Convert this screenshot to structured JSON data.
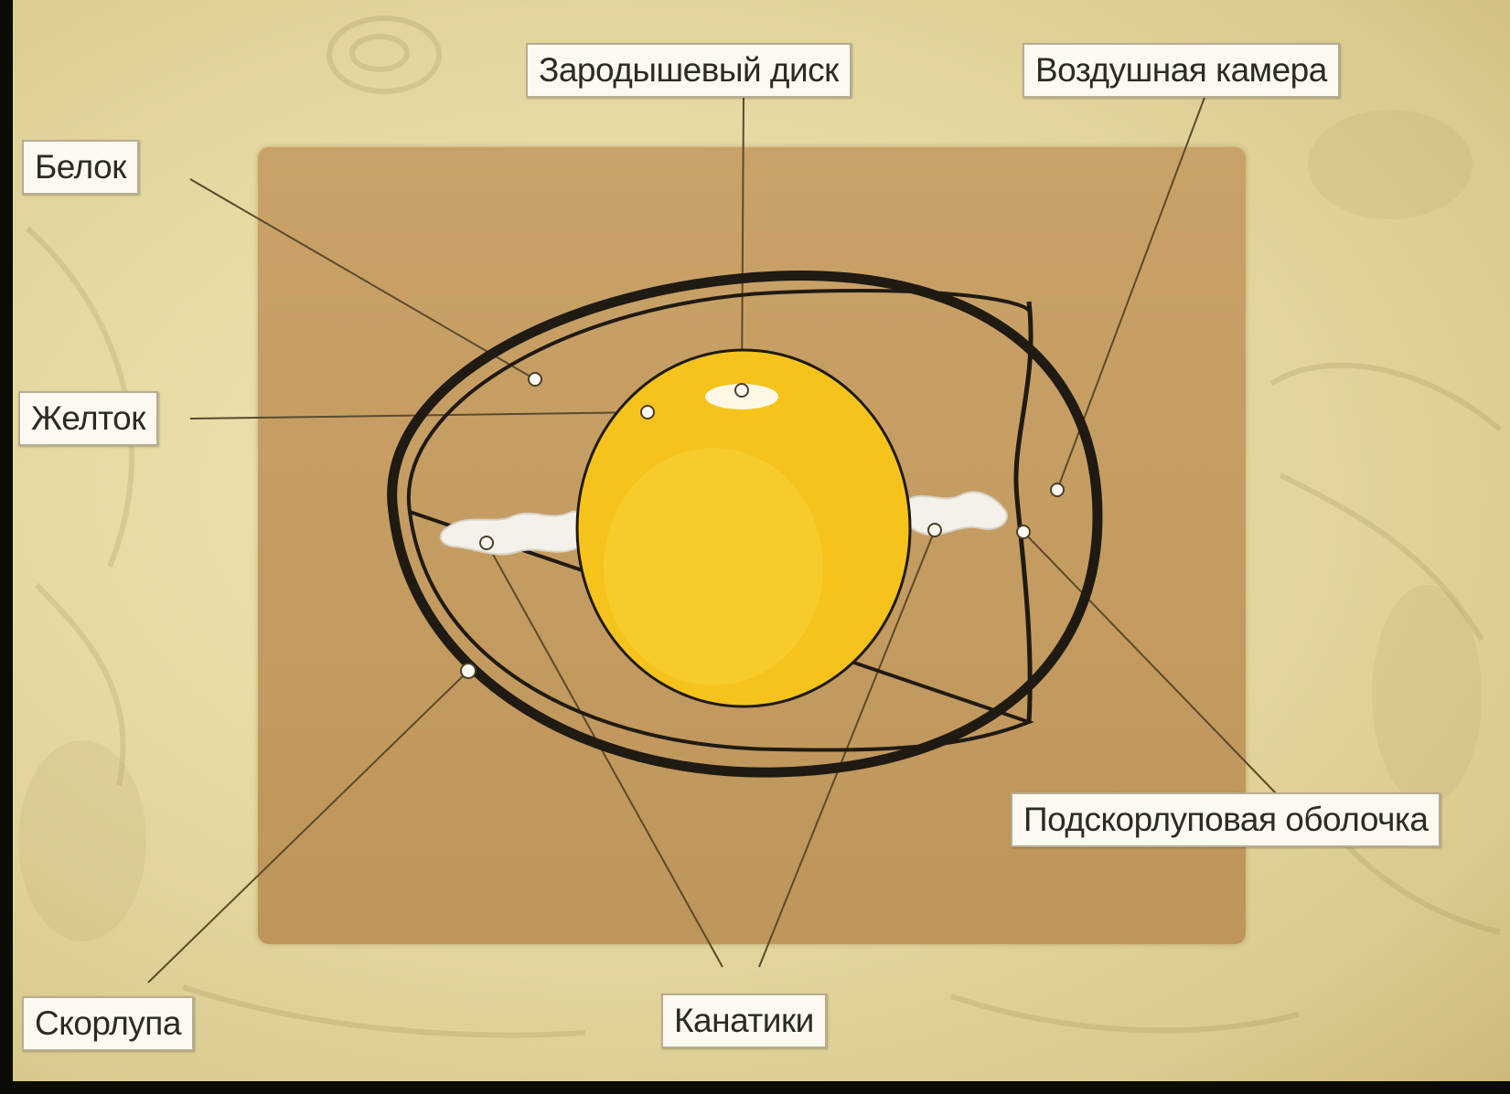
{
  "title": "",
  "labels": {
    "germinal_disc": "Зародышевый диск",
    "air_cell": "Воздушная камера",
    "albumen": "Белок",
    "yolk": "Желток",
    "shell_membrane": "Подскорлуповая оболочка",
    "shell": "Скорлупа",
    "chalazae": "Канатики"
  },
  "colors": {
    "background": "#e6d9a3",
    "panel": "#c49b60",
    "yolk": "#f5c31c",
    "shell_outline": "#1f1a12",
    "label_box": "#fbf9f0",
    "leader_line": "#5a4a2c"
  }
}
